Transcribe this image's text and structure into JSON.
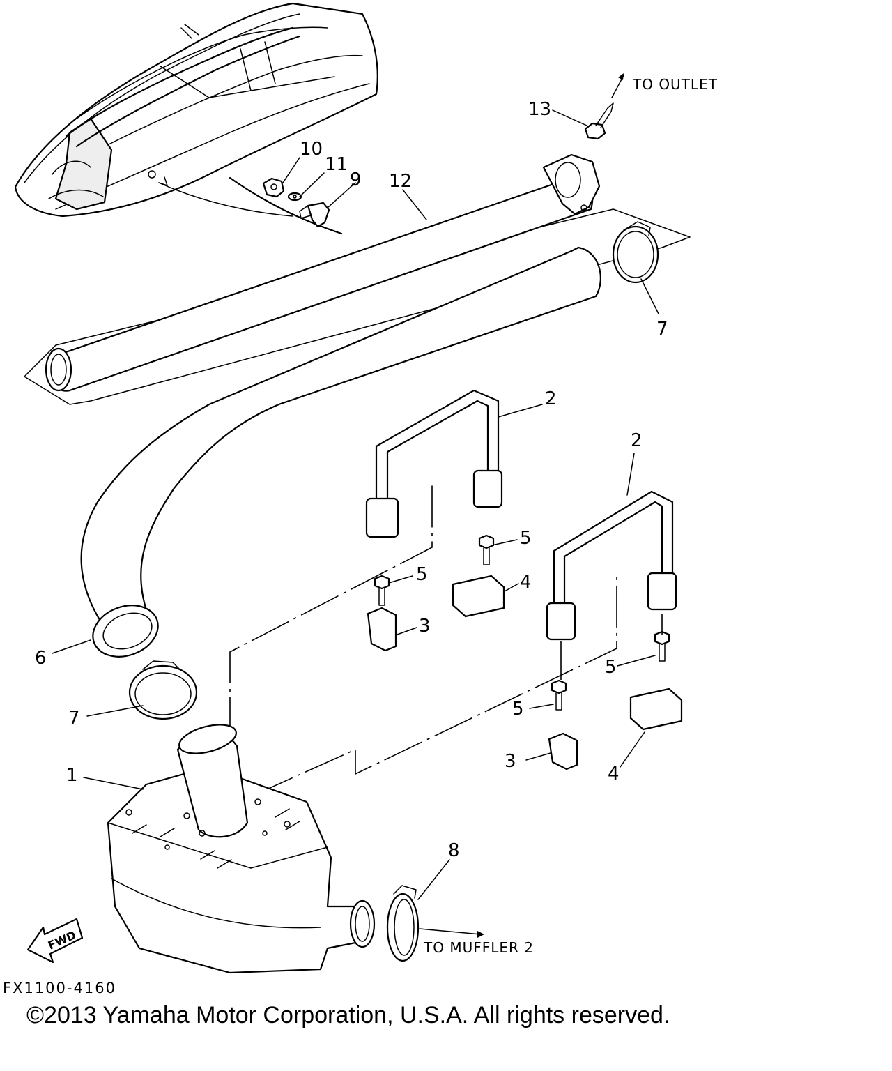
{
  "diagram": {
    "code": "FX1100-4160",
    "fwd_label": "FWD",
    "directions": {
      "to_outlet": "TO OUTLET",
      "to_muffler": "TO MUFFLER 2"
    },
    "callouts": {
      "c1": "1",
      "c2a": "2",
      "c2b": "2",
      "c3a": "3",
      "c3b": "3",
      "c4a": "4",
      "c4b": "4",
      "c5a": "5",
      "c5b": "5",
      "c5c": "5",
      "c5d": "5",
      "c6": "6",
      "c7a": "7",
      "c7b": "7",
      "c8": "8",
      "c9": "9",
      "c10": "10",
      "c11": "11",
      "c12": "12",
      "c13": "13"
    }
  },
  "footer": {
    "copyright": "©2013 Yamaha Motor Corporation, U.S.A. All rights reserved."
  }
}
